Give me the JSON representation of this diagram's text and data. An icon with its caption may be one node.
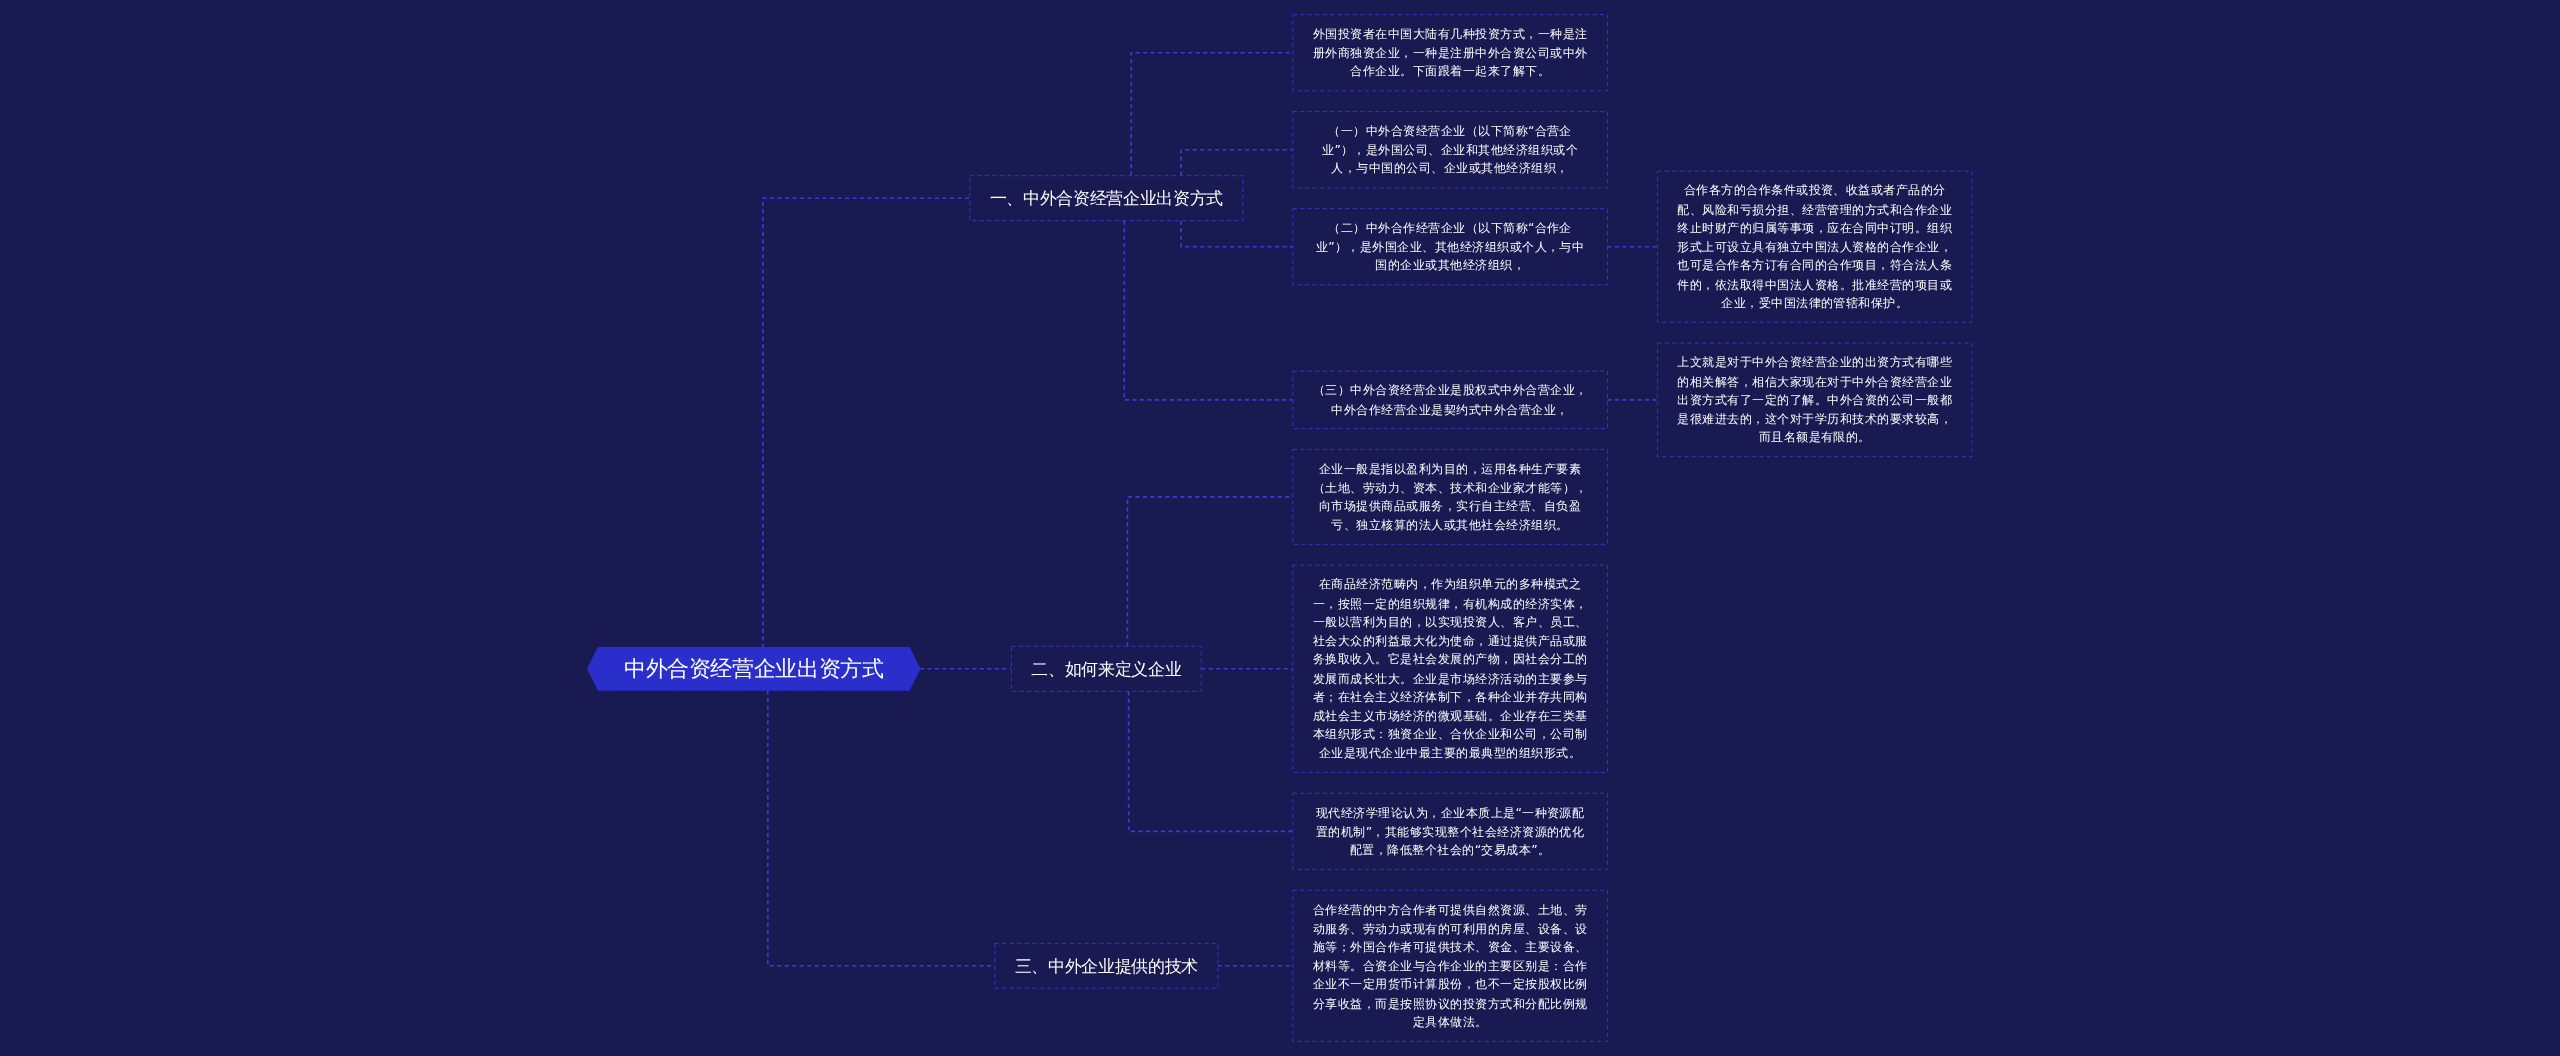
{
  "diagram": {
    "nodes": [
      {
        "text": [
          "中外合资经营企业出资方式"
        ]
      },
      {
        "text": [
          "一、中外合资经营企业出资方式"
        ]
      },
      {
        "text": [
          "外国投资者在中国大陆有几种投资方式，一种是注册外商独资企业，一种是注册中外合资公司或中外合作企业。下面跟着一起来了解下。"
        ]
      },
      {
        "text": [
          "（一）中外合资经营企业（以下简称“合营企业”），是外国公司、企业和其他经济组织或个人，与中国的公司、企业或其他经济组织，"
        ]
      },
      {
        "text": [
          "（二）中外合作经营企业（以下简称“合作企业”），是外国企业、其他经济组织或个人，与中国的企业或其他经济组织，"
        ]
      },
      {
        "text": [
          "（三）中外合资经营企业是股权式中外合营企业，中外合作经营企业是契约式中外合营企业，"
        ]
      },
      {
        "text": [
          "合作各方的合作条件或投资、收益或者产品的分配、风险和亏损分担、经营管理的方式和合作企业终止时财产的归属等事项，应在合同中订明。组织形式上可设立具有独立中国法人资格的合作企业，也可是合作各方订有合同的合作项目，符合法人条件的，依法取得中国法人资格。批准经营的项目或企业，受中国法律的管辖和保护。"
        ]
      },
      {
        "text": [
          "上文就是对于中外合资经营企业的出资方式有哪些的相关解答，相信大家现在对于中外合资经营企业出资方式有了一定的了解。中外合资的公司一般都是很难进去的，这个对于学历和技术的要求较高，而且名额是有限的。"
        ]
      },
      {
        "text": [
          "二、如何来定义企业"
        ]
      },
      {
        "text": [
          "企业一般是指以盈利为目的，运用各种生产要素（土地、劳动力、资本、技术和企业家才能等），向市场提供商品或服务，实行自主经营、自负盈亏、独立核算的法人或其他社会经济组织。"
        ]
      },
      {
        "text": [
          "在商品经济范畴内，作为组织单元的多种模式之一，按照一定的组织规律，有机构成的经济实体，一般以营利为目的，以实现投资人、客户、员工、社会大众的利益最大化为使命，通过提供产品或服务换取收入。它是社会发展的产物，因社会分工的发展而成长壮大。企业是市场经济活动的主要参与者；在社会主义经济体制下，各种企业并存共同构成社会主义市场经济的微观基础。企业存在三类基本组织形式：独资企业、合伙企业和公司，公司制企业是现代企业中最主要的最典型的组织形式。"
        ]
      },
      {
        "text": [
          "现代经济学理论认为，企业本质上是“一种资源配置的机制”，其能够实现整个社会经济资源的优化配置，降低整个社会的“交易成本”。"
        ]
      },
      {
        "text": [
          "三、中外企业提供的技术"
        ]
      },
      {
        "text": [
          "合作经营的中方合作者可提供自然资源、土地、劳动服务、劳动力或现有的可利用的房屋、设备、设施等；外国合作者可提供技术、资金、主要设备、材料等。合资企业与合作企业的主要区别是：合作企业不一定用货币计算股份，也不一定按股权比例分享收益，而是按照协议的投资方式和分配比例规定具体做法。"
        ]
      }
    ],
    "edges": [
      {
        "from": 0,
        "to": 1,
        "arrow": "none"
      },
      {
        "from": 1,
        "to": 2,
        "arrow": "none"
      },
      {
        "from": 1,
        "to": 3,
        "arrow": "none"
      },
      {
        "from": 1,
        "to": 4,
        "arrow": "none"
      },
      {
        "from": 1,
        "to": 5,
        "arrow": "none"
      },
      {
        "from": 4,
        "to": 6,
        "arrow": "none"
      },
      {
        "from": 5,
        "to": 7,
        "arrow": "none"
      },
      {
        "from": 0,
        "to": 8,
        "arrow": "none"
      },
      {
        "from": 8,
        "to": 9,
        "arrow": "none"
      },
      {
        "from": 8,
        "to": 10,
        "arrow": "none"
      },
      {
        "from": 8,
        "to": 11,
        "arrow": "none"
      },
      {
        "from": 0,
        "to": 12,
        "arrow": "none"
      },
      {
        "from": 12,
        "to": 13,
        "arrow": "none"
      }
    ]
  }
}
